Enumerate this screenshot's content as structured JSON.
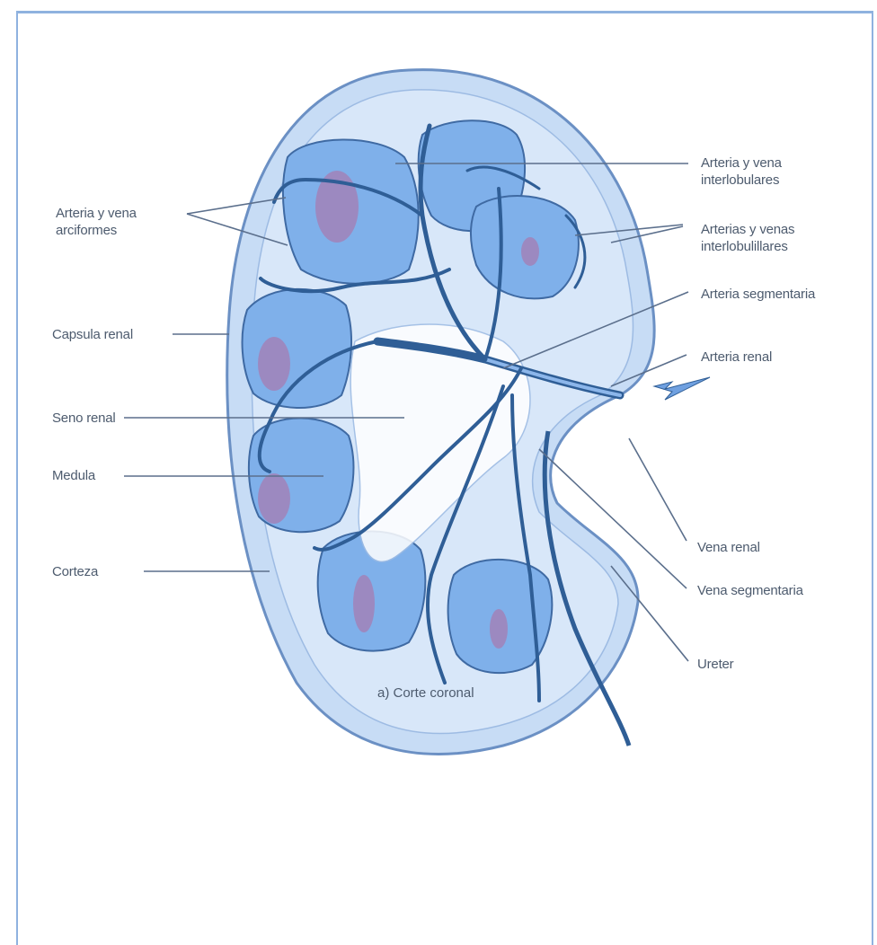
{
  "labels": {
    "arteria_vena_arciformes": [
      "Arteria y vena",
      "arciformes"
    ],
    "capsula_renal": "Capsula renal",
    "seno_renal": "Seno renal",
    "medula": "Medula",
    "corteza": "Corteza",
    "arteria_vena_interlobulares": [
      "Arteria y vena",
      "interlobulares"
    ],
    "arterias_venas_interlobulillares": [
      "Arterias y venas",
      "interlobulillares"
    ],
    "arteria_segmentaria": "Arteria segmentaria",
    "arteria_renal": "Arteria renal",
    "vena_renal": "Vena renal",
    "vena_segmentaria": "Vena segmentaria",
    "ureter": "Ureter"
  },
  "caption": "a) Corte coronal",
  "colors": {
    "frame": "#8fb2df",
    "tissue_light": "#c7dcf5",
    "tissue_mid": "#a9c7ee",
    "pyramid": "#7fb0ea",
    "vessel": "#2f5e96",
    "accent": "#c05a8e",
    "text": "#4d5b6e"
  }
}
